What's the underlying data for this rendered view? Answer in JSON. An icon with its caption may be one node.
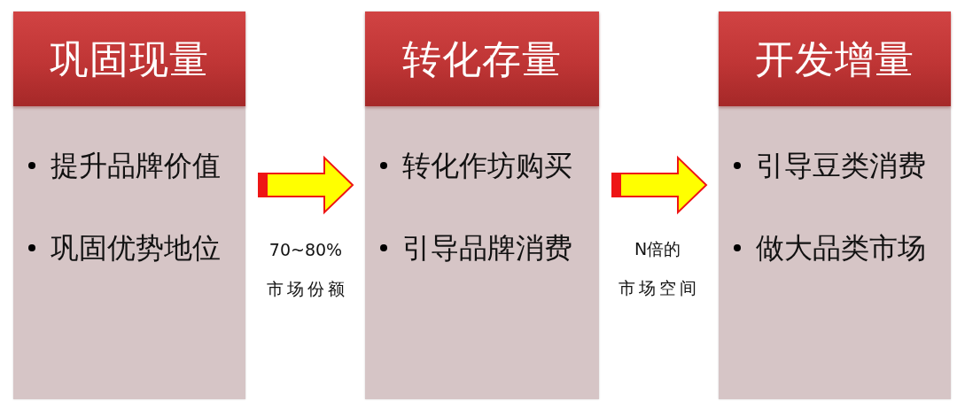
{
  "diagram": {
    "nodes": [
      {
        "text": [
          "巩固现量",
          "提升品牌价值",
          "巩固优势地位"
        ]
      },
      {
        "text": [
          "转化存量",
          "转化作坊购买",
          "引导品牌消费"
        ]
      },
      {
        "text": [
          "开发增量",
          "引导豆类消费",
          "做大品类市场"
        ]
      }
    ],
    "edges": [
      {
        "from": 0,
        "to": 1,
        "arrow": "to"
      },
      {
        "from": 1,
        "to": 2,
        "arrow": "to"
      }
    ],
    "labels": [
      "70~80%",
      "市场份额",
      "N倍的",
      "市场空间"
    ]
  }
}
